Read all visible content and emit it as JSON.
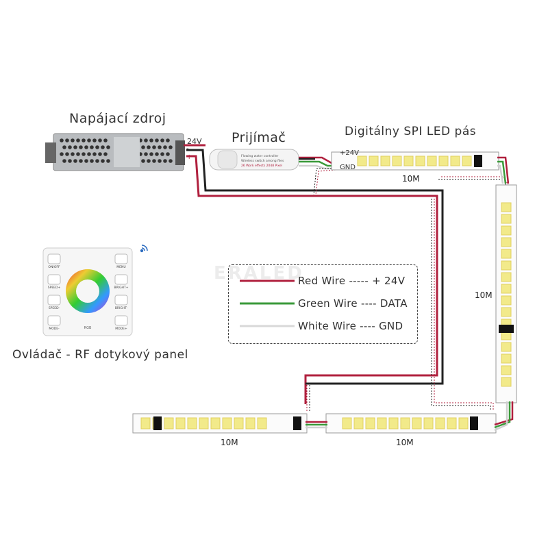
{
  "labels": {
    "power_supply": "Napájací zdroj",
    "receiver": "Prijímač",
    "led_strip": "Digitálny SPI LED pás",
    "remote": "Ovládač - RF dotykový panel",
    "voltage": "24V",
    "plus": "+",
    "minus": "-",
    "strip_plus": "+24V",
    "strip_gnd": "GND",
    "watermark": "ERALED"
  },
  "strip_lengths": [
    "10M",
    "10M",
    "10M",
    "10M"
  ],
  "legend": [
    {
      "text": "Red Wire ----- + 24V",
      "color": "#b0203e"
    },
    {
      "text": "Green Wire ---- DATA",
      "color": "#3a9a3a"
    },
    {
      "text": "White Wire ---- GND",
      "color": "#d8d8d8"
    }
  ],
  "remote_buttons": [
    "ON/OFF",
    "MENU",
    "SPEED+",
    "BRIGHT+",
    "SPEED-",
    "BRIGHT-",
    "MODE-",
    "MODE+",
    "RGB"
  ],
  "receiver_text": [
    "Flowing water controller",
    "Wireless switch among files",
    "26 Work effects 2048 Pixel"
  ],
  "colors": {
    "red_wire": "#b0203e",
    "green_wire": "#3a9a3a",
    "white_wire": "#d0d0d0",
    "black_wire": "#222222",
    "led_chip": "#f2ea8a"
  }
}
